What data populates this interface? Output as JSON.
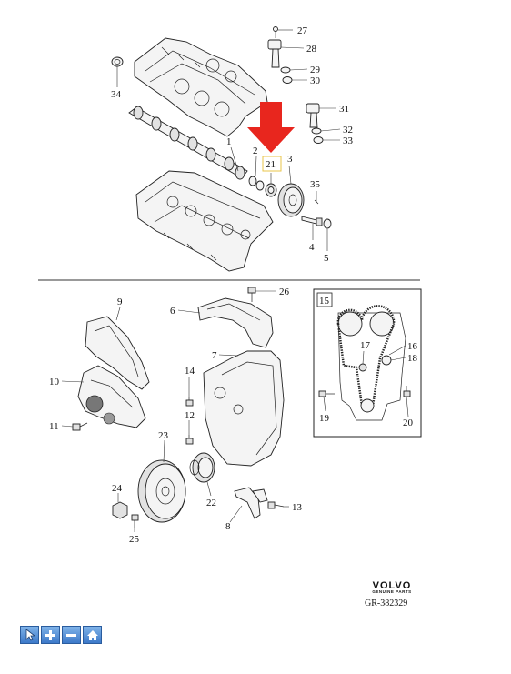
{
  "callouts": [
    "27",
    "28",
    "29",
    "30",
    "34",
    "31",
    "32",
    "33",
    "1",
    "2",
    "21",
    "3",
    "35",
    "4",
    "5",
    "26",
    "9",
    "6",
    "15",
    "7",
    "17",
    "16",
    "18",
    "14",
    "10",
    "12",
    "11",
    "19",
    "20",
    "23",
    "24",
    "22",
    "13",
    "8",
    "25"
  ],
  "brand": {
    "logo": "VOLVO",
    "subtitle": "GENUINE PARTS",
    "reference": "GR-382329"
  },
  "toolbar": [
    {
      "name": "cursor-icon"
    },
    {
      "name": "zoom-in-icon"
    },
    {
      "name": "zoom-out-icon"
    },
    {
      "name": "home-icon"
    }
  ],
  "highlight": {
    "part": "21",
    "arrow_color": "#e8261e",
    "box_color": "#e8c44a"
  }
}
